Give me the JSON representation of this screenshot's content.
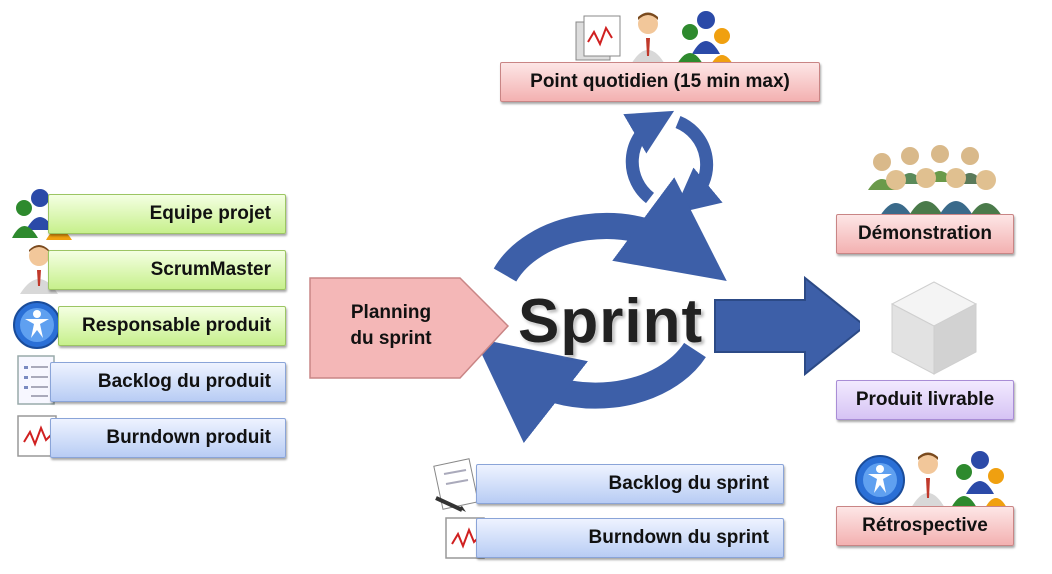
{
  "roles": {
    "team": "Equipe projet",
    "scrum_master": "ScrumMaster",
    "product_owner": "Responsable produit",
    "product_backlog": "Backlog du produit",
    "product_burndown": "Burndown produit"
  },
  "daily": "Point quotidien (15 min max)",
  "planning": {
    "line1": "Planning",
    "line2": "du sprint"
  },
  "sprint": "Sprint",
  "sprint_artifacts": {
    "backlog": "Backlog du sprint",
    "burndown": "Burndown du sprint"
  },
  "outcomes": {
    "demo": "Démonstration",
    "deliverable": "Produit livrable",
    "retro": "Rétrospective"
  },
  "colors": {
    "arrow": "#3d5fa8",
    "green": "#c7f08c",
    "blue": "#b8ccf4",
    "red": "#f3b1b1",
    "purple": "#d6c3f4"
  }
}
